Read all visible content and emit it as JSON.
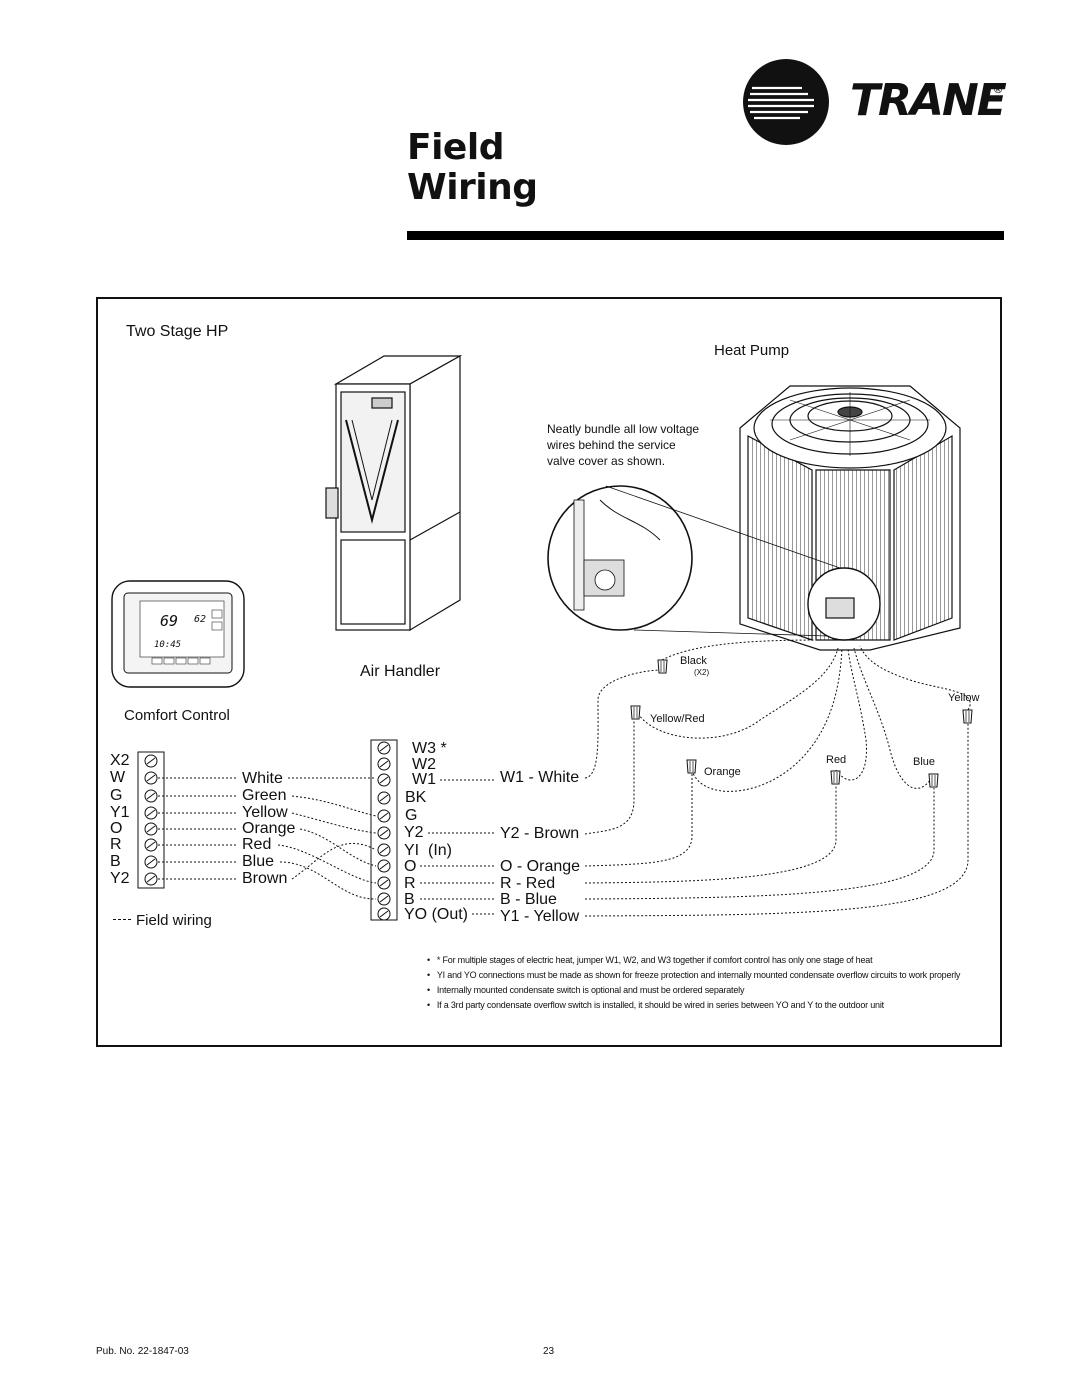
{
  "brand": {
    "name": "TRANE",
    "registered": "®"
  },
  "page": {
    "title_line1": "Field",
    "title_line2": "Wiring",
    "pub_no": "Pub. No. 22-1847-03",
    "page_number": "23"
  },
  "diagram": {
    "system_label": "Two Stage HP",
    "heat_pump_label": "Heat Pump",
    "air_handler_label": "Air Handler",
    "comfort_control_label": "Comfort Control",
    "bundle_note_lines": [
      "Neatly bundle all low voltage",
      "wires behind the service",
      "valve cover as shown."
    ],
    "thermostat_display": {
      "temp_left": "69",
      "temp_right": "62",
      "time": "10:45"
    },
    "comfort_control_terminals": [
      "X2",
      "W",
      "G",
      "Y1",
      "O",
      "R",
      "B",
      "Y2"
    ],
    "field_wire_colors": [
      "White",
      "Green",
      "Yellow",
      "Orange",
      "Red",
      "Blue",
      "Brown"
    ],
    "air_handler_terminals": [
      "W3 *",
      "W2",
      "W1",
      "BK",
      "G",
      "Y2",
      "YI  (In)",
      "O",
      "R",
      "B",
      "YO (Out)"
    ],
    "outdoor_connections": [
      "W1 - White",
      "Y2 - Brown",
      "O - Orange",
      "R - Red",
      "B - Blue",
      "Y1 - Yellow"
    ],
    "outdoor_wire_nuts": [
      {
        "label": "Black",
        "sub": "(X2)"
      },
      {
        "label": "Yellow/Red"
      },
      {
        "label": "Orange"
      },
      {
        "label": "Red"
      },
      {
        "label": "Blue"
      },
      {
        "label": "Yellow"
      }
    ],
    "legend_label": "Field wiring",
    "notes": [
      "* For multiple stages of electric heat, jumper W1, W2, and W3 together if comfort control has only one stage of heat",
      "YI and YO connections must be made as shown for freeze protection and internally mounted condensate overflow circuits to work properly",
      "Internally mounted condensate switch is optional and must be ordered separately",
      "If a 3rd party condensate overflow switch is installed, it should be wired in series between YO and Y to the outdoor unit"
    ]
  }
}
